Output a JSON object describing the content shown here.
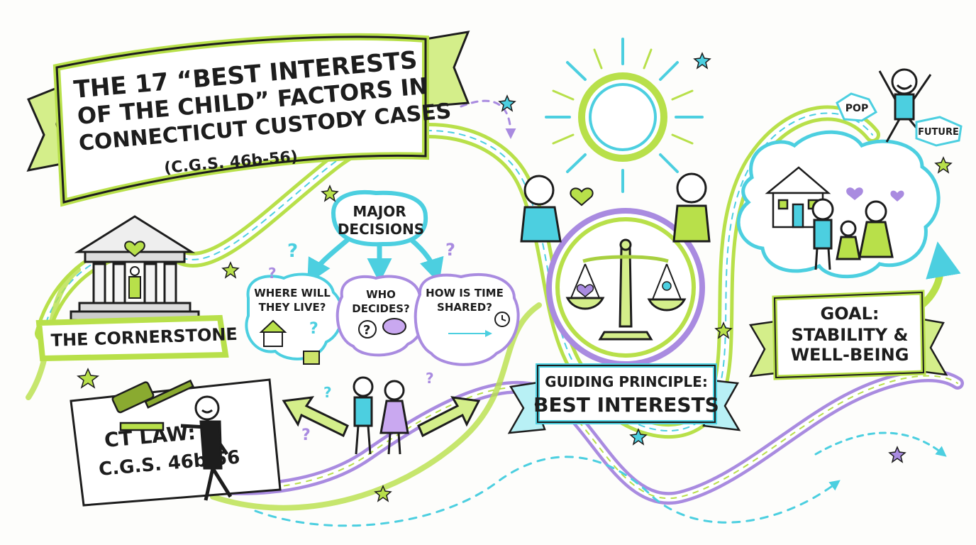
{
  "title": {
    "line1": "THE 17 “BEST INTERESTS",
    "line2": "OF THE CHILD” FACTORS IN",
    "line3": "CONNECTICUT CUSTODY CASES",
    "line4": "(C.G.S. 46b-56)"
  },
  "cornerstone": {
    "label": "THE CORNERSTONE"
  },
  "ct_law": {
    "line1": "CT LAW:",
    "line2": "C.G.S. 46b-56"
  },
  "major_decisions": {
    "line1": "MAJOR",
    "line2": "DECISIONS",
    "bubbles": [
      {
        "line1": "WHERE WILL",
        "line2": "THEY LIVE?"
      },
      {
        "line1": "WHO",
        "line2": "DECIDES?"
      },
      {
        "line1": "HOW IS TIME",
        "line2": "SHARED?"
      }
    ]
  },
  "guiding_principle": {
    "line1": "GUIDING PRINCIPLE:",
    "line2": "BEST INTERESTS"
  },
  "goal": {
    "line1": "GOAL:",
    "line2": "STABILITY &",
    "line3": "WELL-BEING"
  },
  "exclaims": {
    "pop": "POP",
    "future": "FUTURE"
  },
  "colors": {
    "lime": "#b8e04a",
    "cyan": "#4ccfe0",
    "lavender": "#a98be0",
    "ink": "#1d1d1d",
    "sun": "#d8f07a"
  },
  "icons": [
    "courthouse-icon",
    "gavel-icon",
    "house-icon",
    "suitcase-icon",
    "brain-icon",
    "clock-icon",
    "scales-icon",
    "heart-icon",
    "sun-icon",
    "star-icon",
    "question-mark-icon"
  ]
}
